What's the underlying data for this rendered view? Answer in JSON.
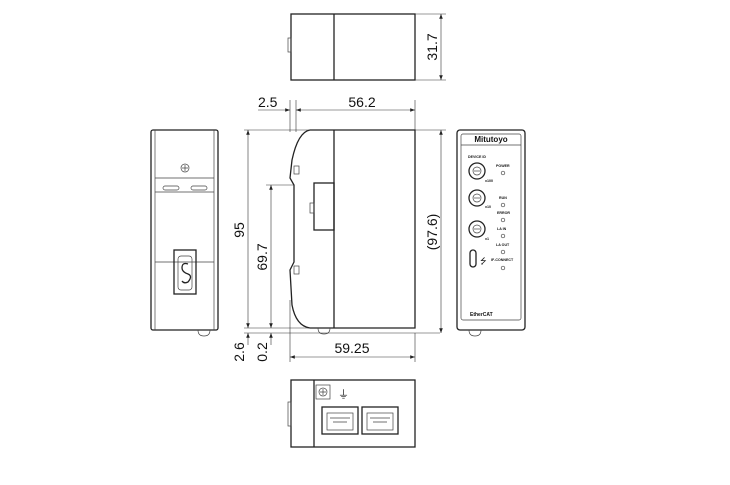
{
  "dimensions": {
    "top_height": "31.7",
    "offset_left": "2.5",
    "depth": "56.2",
    "height": "95",
    "din_height": "69.7",
    "overall_height": "(97.6)",
    "bottom_offset_1": "2.6",
    "bottom_offset_2": "0.2",
    "overall_depth": "59.25"
  },
  "front_panel": {
    "brand": "Mitutoyo",
    "device_id": "DEVICE ID",
    "x100": "x100",
    "x10": "x10",
    "x1": "x1",
    "power": "POWER",
    "run": "RUN",
    "error": "ERROR",
    "la_in": "LA IN",
    "la_out": "LA OUT",
    "if_connect": "IF-CONNECT",
    "ethercat": "EtherCAT"
  }
}
